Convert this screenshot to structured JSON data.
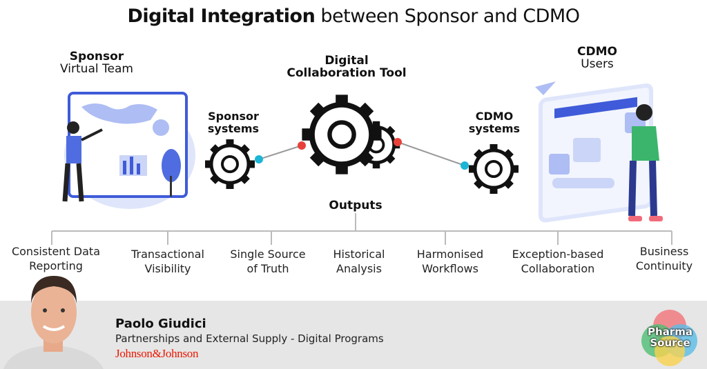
{
  "title": {
    "bold": "Digital Integration",
    "rest": " between Sponsor and CDMO"
  },
  "sponsor": {
    "title": "Sponsor",
    "subtitle": "Virtual Team"
  },
  "cdmo": {
    "title": "CDMO",
    "subtitle": "Users"
  },
  "tool": {
    "line1": "Digital",
    "line2": "Collaboration Tool"
  },
  "sponsor_systems": {
    "line1": "Sponsor",
    "line2": "systems"
  },
  "cdmo_systems": {
    "line1": "CDMO",
    "line2": "systems"
  },
  "outputs": {
    "heading": "Outputs",
    "items": [
      {
        "line1": "Consistent Data",
        "line2": "Reporting"
      },
      {
        "line1": "Transactional",
        "line2": "Visibility"
      },
      {
        "line1": "Single Source",
        "line2": "of Truth"
      },
      {
        "line1": "Historical",
        "line2": "Analysis"
      },
      {
        "line1": "Harmonised",
        "line2": "Workflows"
      },
      {
        "line1": "Exception-based",
        "line2": "Collaboration"
      },
      {
        "line1": "Business",
        "line2": "Continuity"
      }
    ]
  },
  "speaker": {
    "name": "Paolo Giudici",
    "role": "Partnerships and External Supply - Digital Programs",
    "company": "Johnson&Johnson"
  },
  "logo": {
    "line1": "Pharma",
    "line2": "Source"
  },
  "colors": {
    "connector_cyan": "#1cb5d6",
    "connector_red": "#e8403a",
    "jnj_red": "#eb1700",
    "band": "#e6e6e6"
  }
}
